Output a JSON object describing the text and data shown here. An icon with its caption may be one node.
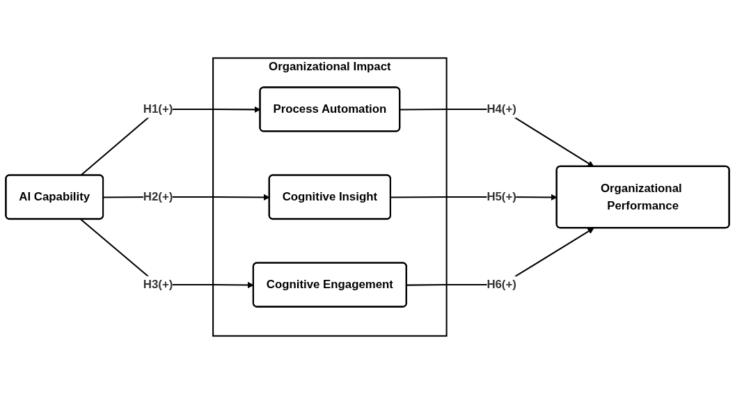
{
  "diagram": {
    "nodes": [
      {
        "text": [
          "AI Capability"
        ]
      },
      {
        "text": [
          "Organizational Impact"
        ]
      },
      {
        "text": [
          "Process Automation"
        ],
        "in": 1
      },
      {
        "text": [
          "Cognitive Insight"
        ],
        "in": 1
      },
      {
        "text": [
          "Cognitive Engagement"
        ],
        "in": 1
      },
      {
        "text": [
          "Organizational Performance"
        ]
      }
    ],
    "edges": [
      {
        "from": 0,
        "to": 2,
        "label": "H1(+)",
        "arrow": "to"
      },
      {
        "from": 0,
        "to": 3,
        "label": "H2(+)",
        "arrow": "to"
      },
      {
        "from": 0,
        "to": 4,
        "label": "H3(+)",
        "arrow": "to"
      },
      {
        "from": 2,
        "to": 5,
        "label": "H4(+)",
        "arrow": "to"
      },
      {
        "from": 3,
        "to": 5,
        "label": "H5(+)",
        "arrow": "to"
      },
      {
        "from": 4,
        "to": 5,
        "label": "H6(+)",
        "arrow": "to"
      }
    ]
  }
}
